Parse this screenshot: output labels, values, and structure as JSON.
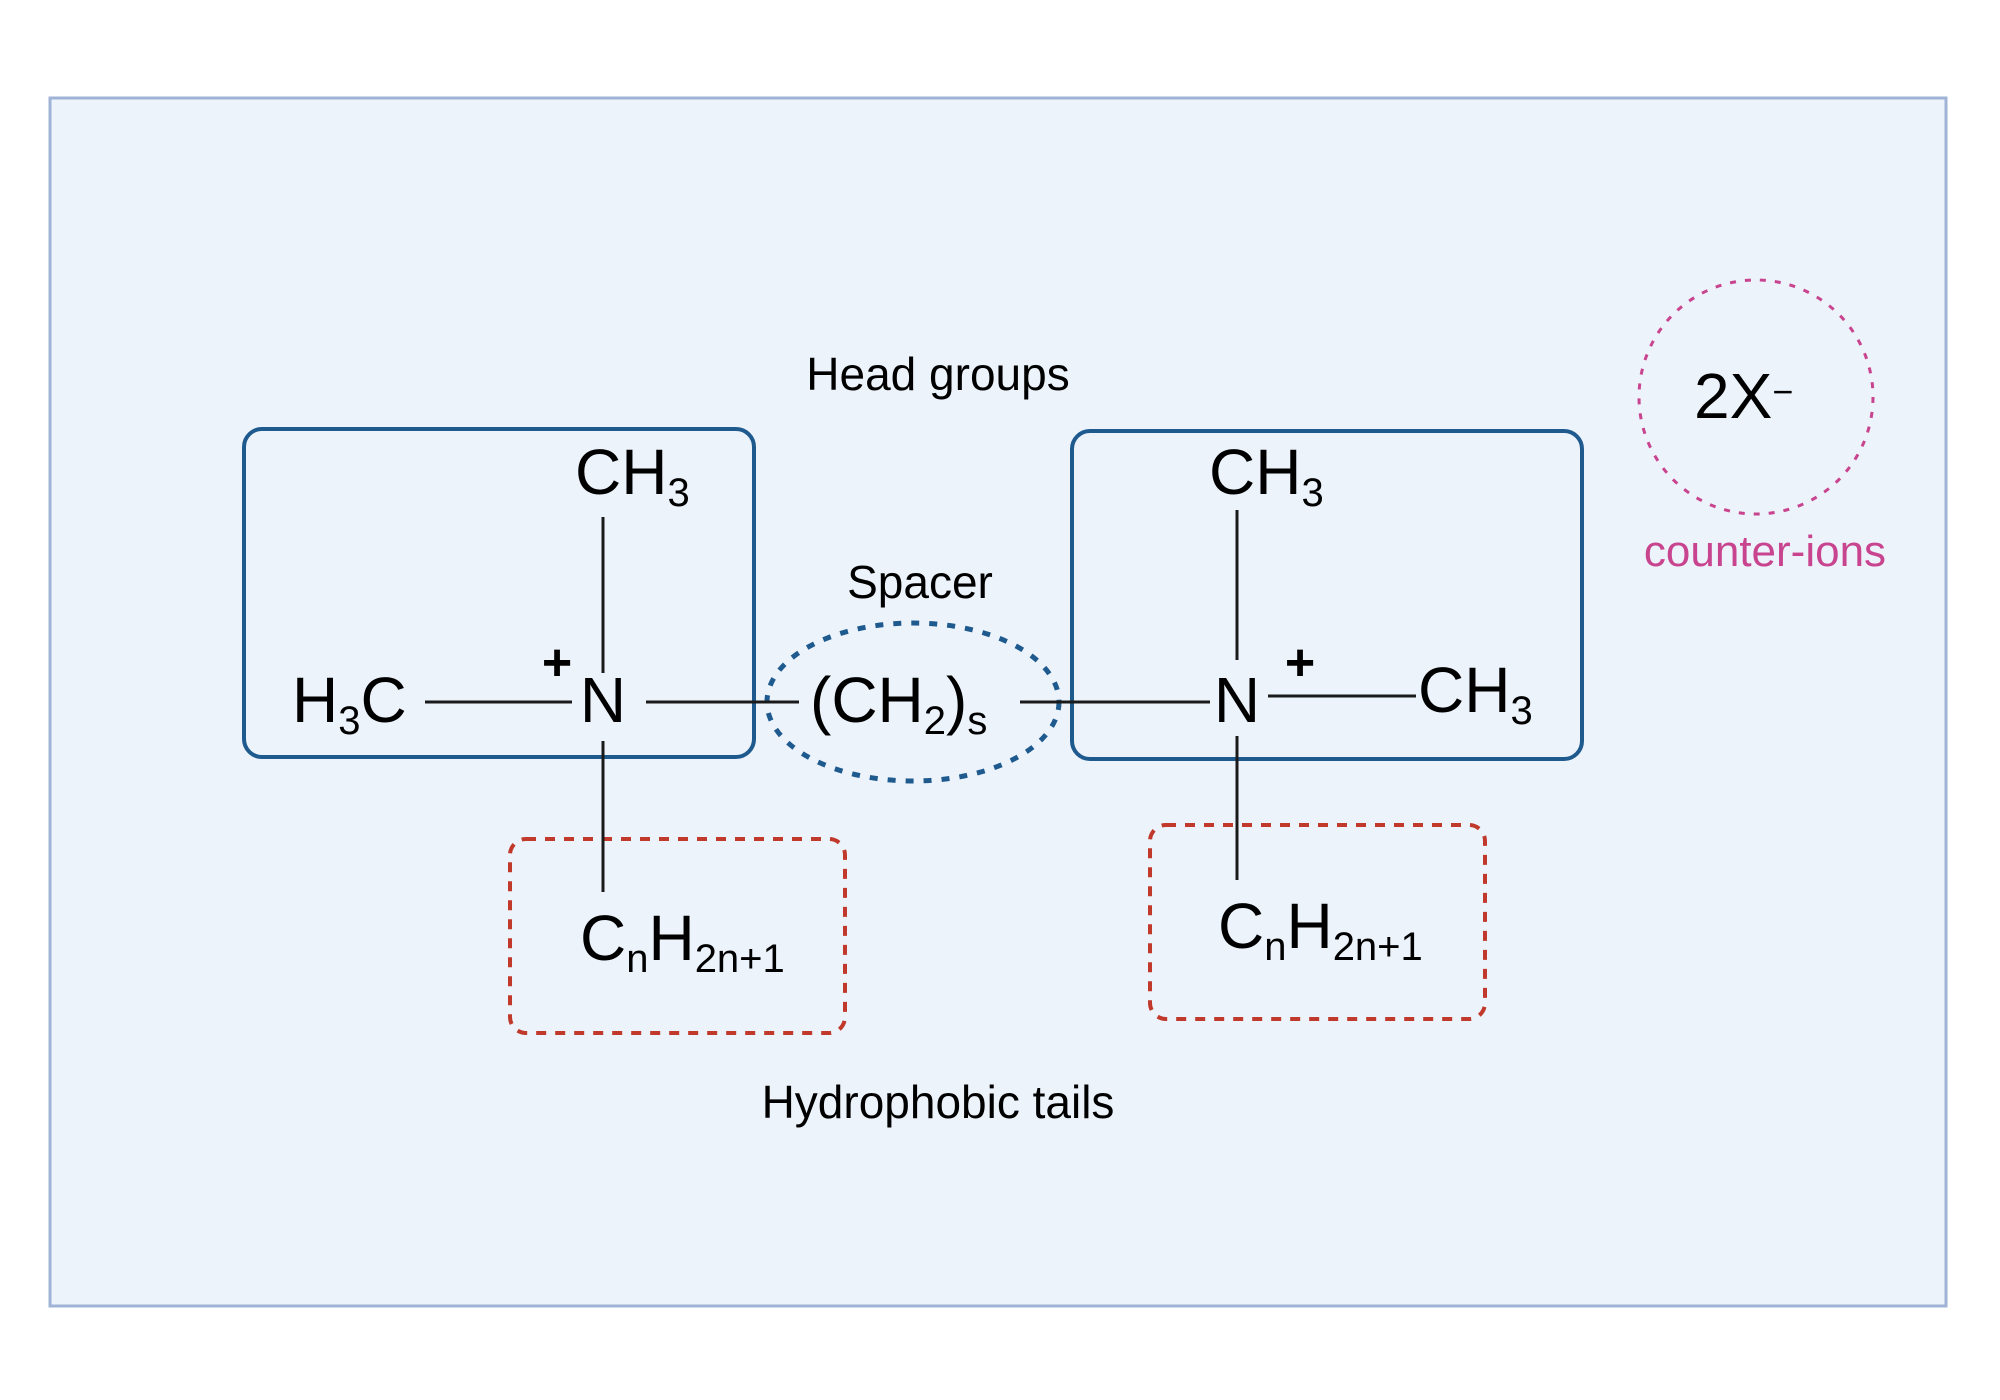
{
  "labels": {
    "head_groups": "Head groups",
    "spacer": "Spacer",
    "hydrophobic_tails": "Hydrophobic tails",
    "counter_ions": "counter-ions"
  },
  "formula": {
    "ch3_symbol": "CH",
    "ch3_subscript": "3",
    "h3c_h": "H",
    "h3c_subscript": "3",
    "h3c_c": "C",
    "nitrogen": "N",
    "positive_charge": "+",
    "spacer_open": "(CH",
    "spacer_subscript_2": "2",
    "spacer_close": ")",
    "spacer_subscript_s": "s",
    "tail_c": "C",
    "tail_sub_n": "n",
    "tail_h": "H",
    "tail_sub": "2n+1",
    "counter_ion": "2X",
    "counter_ion_charge": "−"
  },
  "colors": {
    "panel_fill": "#ecf3fb",
    "panel_border": "#9fb3d6",
    "head_box": "#1f5a8f",
    "spacer_ellipse": "#1f5a8f",
    "tail_box": "#c0392b",
    "counter_ion_circle": "#c9448f",
    "counter_ion_label": "#c9448f"
  }
}
